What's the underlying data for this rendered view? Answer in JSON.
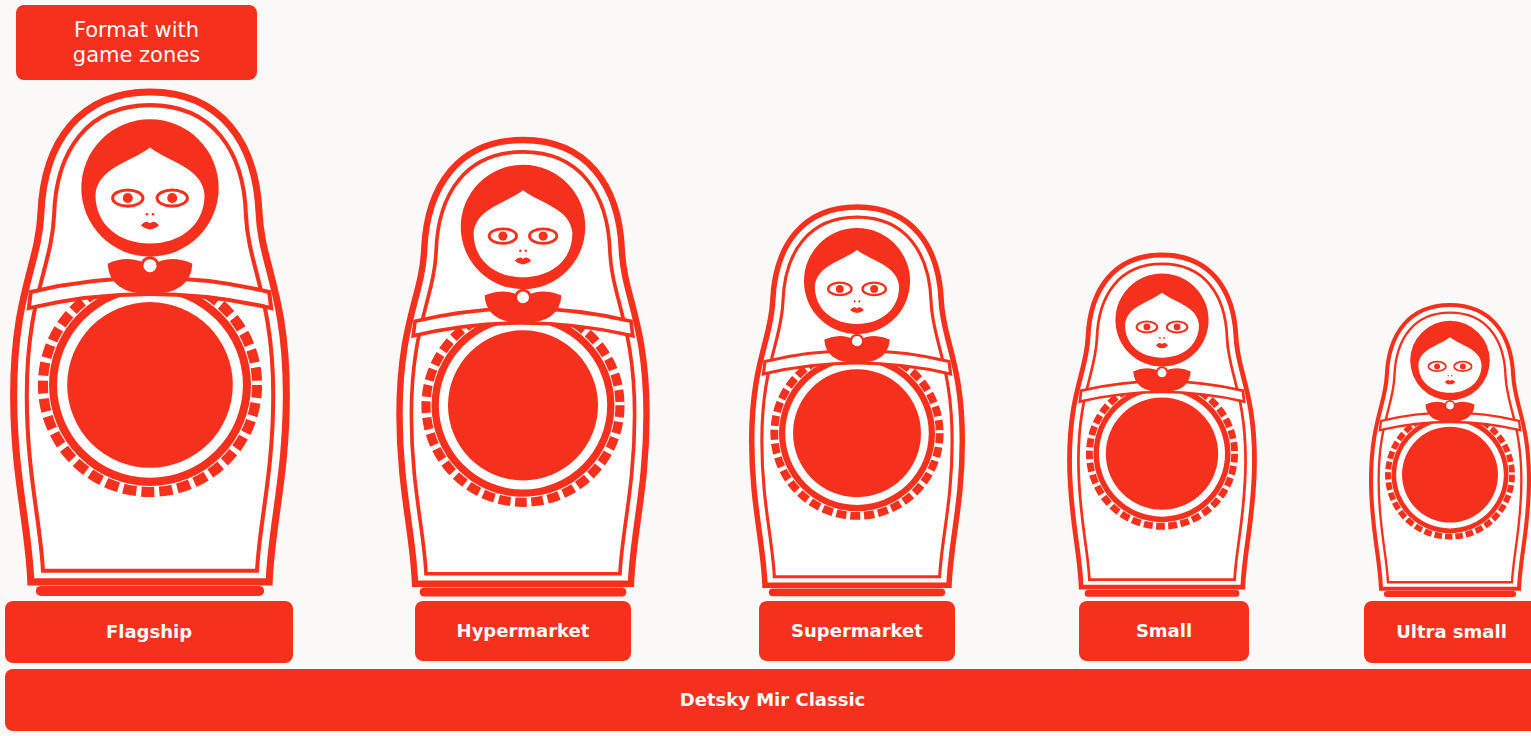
{
  "diagram": {
    "nodes": [
      {
        "text": [
          "Format with game zones"
        ]
      },
      {
        "text": [
          "Flagship"
        ]
      },
      {
        "text": [
          "Hypermarket"
        ]
      },
      {
        "text": [
          "Supermarket"
        ]
      },
      {
        "text": [
          "Small"
        ]
      },
      {
        "text": [
          "Ultra small"
        ]
      },
      {
        "text": [
          "Detsky Mir Classic"
        ]
      }
    ]
  }
}
